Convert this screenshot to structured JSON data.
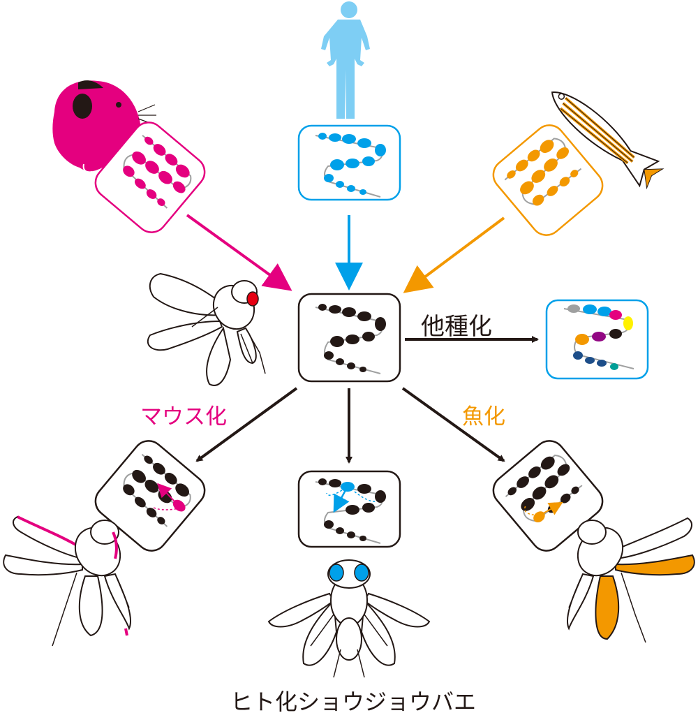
{
  "labels": {
    "other_species": "他種化",
    "mouse": "マウス化",
    "fish": "魚化",
    "caption": "ヒト化ショウジョウバエ"
  },
  "colors": {
    "mouse": "#e4007f",
    "human_box": "#00a0e9",
    "human_figure": "#7ecef4",
    "fish": "#f39800",
    "fly": "#231815",
    "fly_eye": "#e60012",
    "purple": "#920783",
    "yellow": "#fff100",
    "teal": "#009e96",
    "grey": "#9fa0a0"
  },
  "icons": [
    "mouse-icon",
    "human-icon",
    "zebrafish-icon",
    "fly-icon",
    "mouse-fly-icon",
    "human-fly-icon",
    "fish-fly-icon"
  ]
}
